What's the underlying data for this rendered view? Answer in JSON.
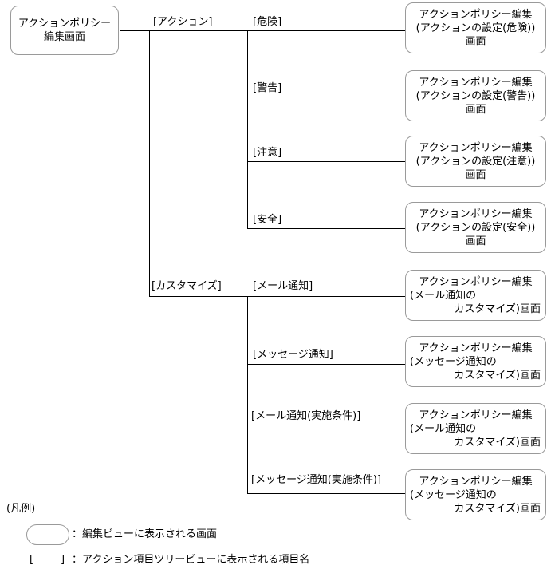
{
  "colors": {
    "background": "#ffffff",
    "connector_line": "#000000",
    "box_border": "#9a9a9a",
    "text": "#000000"
  },
  "root": {
    "lines": [
      "アクションポリシー",
      "編集画面"
    ]
  },
  "branches": [
    {
      "label": "[アクション]"
    },
    {
      "label": "[カスタマイズ]"
    }
  ],
  "nodes": [
    {
      "item": "[危険]",
      "screen": [
        "アクションポリシー編集",
        "(アクションの設定(危険))",
        "画面"
      ]
    },
    {
      "item": "[警告]",
      "screen": [
        "アクションポリシー編集",
        "(アクションの設定(警告))",
        "画面"
      ]
    },
    {
      "item": "[注意]",
      "screen": [
        "アクションポリシー編集",
        "(アクションの設定(注意))",
        "画面"
      ]
    },
    {
      "item": "[安全]",
      "screen": [
        "アクションポリシー編集",
        "(アクションの設定(安全))",
        "画面"
      ]
    },
    {
      "item": "[メール通知]",
      "screen": [
        "アクションポリシー編集",
        "(メール通知の",
        "カスタマイズ)画面"
      ]
    },
    {
      "item": "[メッセージ通知]",
      "screen": [
        "アクションポリシー編集",
        "(メッセージ通知の",
        "カスタマイズ)画面"
      ]
    },
    {
      "item": "[メール通知(実施条件)]",
      "screen": [
        "アクションポリシー編集",
        "(メール通知の",
        "カスタマイズ)画面"
      ]
    },
    {
      "item": "[メッセージ通知(実施条件)]",
      "screen": [
        "アクションポリシー編集",
        "(メッセージ通知の",
        "カスタマイズ)画面"
      ]
    }
  ],
  "legend": {
    "title": "(凡例)",
    "screen_description": "：編集ビューに表示される画面",
    "bracket_open": "[",
    "bracket_close": "]",
    "bracket_description": "：アクション項目ツリービューに表示される項目名"
  }
}
